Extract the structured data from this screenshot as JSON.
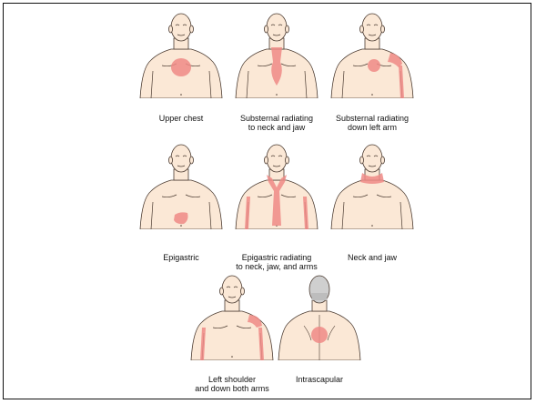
{
  "figures": [
    {
      "id": "upper-chest",
      "caption": "Upper chest",
      "view": "front"
    },
    {
      "id": "substernal-neck-jaw",
      "caption": "Substernal radiating\nto neck and jaw",
      "view": "front"
    },
    {
      "id": "substernal-left-arm",
      "caption": "Substernal radiating\ndown left arm",
      "view": "front"
    },
    {
      "id": "epigastric",
      "caption": "Epigastric",
      "view": "front"
    },
    {
      "id": "epigastric-neck-jaw-arms",
      "caption": "Epigastric radiating\nto neck, jaw, and arms",
      "view": "front"
    },
    {
      "id": "neck-and-jaw",
      "caption": "Neck and jaw",
      "view": "front"
    },
    {
      "id": "left-shoulder-both-arms",
      "caption": "Left shoulder\nand down both arms",
      "view": "front"
    },
    {
      "id": "intrascapular",
      "caption": "Intrascapular",
      "view": "back"
    }
  ],
  "colors": {
    "skin": "#fbe8d6",
    "outline": "#4a3a30",
    "pain": "#ef8a86"
  }
}
